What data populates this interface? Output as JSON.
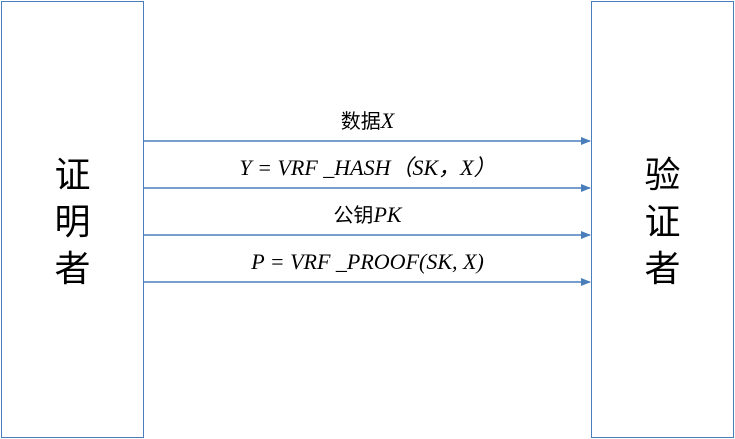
{
  "prover": {
    "chars": [
      "证",
      "明",
      "者"
    ]
  },
  "verifier": {
    "chars": [
      "验",
      "证",
      "者"
    ]
  },
  "messages": [
    {
      "cn": "数据",
      "math": "X"
    },
    {
      "cn": "",
      "math": "Y = VRF _HASH（SK，X）"
    },
    {
      "cn": "公钥",
      "math": "PK"
    },
    {
      "cn": "",
      "math": "P = VRF _PROOF(SK, X)"
    }
  ],
  "colors": {
    "line": "#4a7ebb",
    "text": "#000000"
  }
}
